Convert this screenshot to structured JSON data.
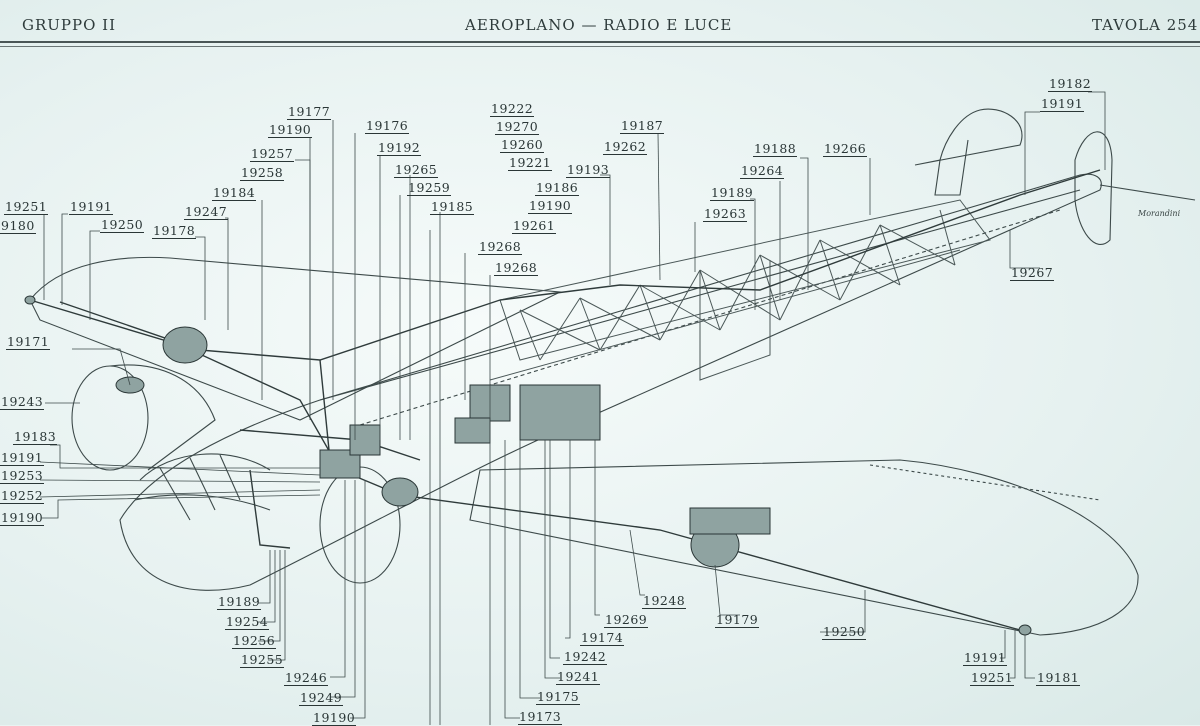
{
  "header": {
    "left": "GRUPPO II",
    "center": "AEROPLANO — RADIO E LUCE",
    "right": "TAVOLA 254"
  },
  "signature": "Morandini",
  "labels": {
    "l19182": "19182",
    "l19191a": "19191",
    "l19222": "19222",
    "l19177": "19177",
    "l19270": "19270",
    "l19187": "19187",
    "l19176": "19176",
    "l19190a": "19190",
    "l19260": "19260",
    "l19262": "19262",
    "l19192": "19192",
    "l19188": "19188",
    "l19266": "19266",
    "l19257": "19257",
    "l19221": "19221",
    "l19265": "19265",
    "l19193": "19193",
    "l19264": "19264",
    "l19258": "19258",
    "l19259": "19259",
    "l19186": "19186",
    "l19184": "19184",
    "l19189a": "19189",
    "l19251a": "19251",
    "l19191b": "19191",
    "l19185": "19185",
    "l19190b": "19190",
    "l19247": "19247",
    "l19263": "19263",
    "l19180": "9180",
    "l19250a": "19250",
    "l19261": "19261",
    "l19178": "19178",
    "l19268a": "19268",
    "l19268b": "19268",
    "l19267": "19267",
    "l19171": "19171",
    "l19243": "19243",
    "l19183": "19183",
    "l19191c": "19191",
    "l19253": "19253",
    "l19252": "19252",
    "l19190c": "19190",
    "l19248": "19248",
    "l19189b": "19189",
    "l19269": "19269",
    "l19179": "19179",
    "l19254": "19254",
    "l19250b": "19250",
    "l19174": "19174",
    "l19256": "19256",
    "l19242": "19242",
    "l19255": "19255",
    "l19191d": "19191",
    "l19241": "19241",
    "l19246": "19246",
    "l19251b": "19251",
    "l19181": "19181",
    "l19175": "19175",
    "l19249": "19249",
    "l19190d": "19190",
    "l19173": "19173"
  },
  "colors": {
    "paper": "#e9f3f2",
    "ink": "#2a3636"
  }
}
